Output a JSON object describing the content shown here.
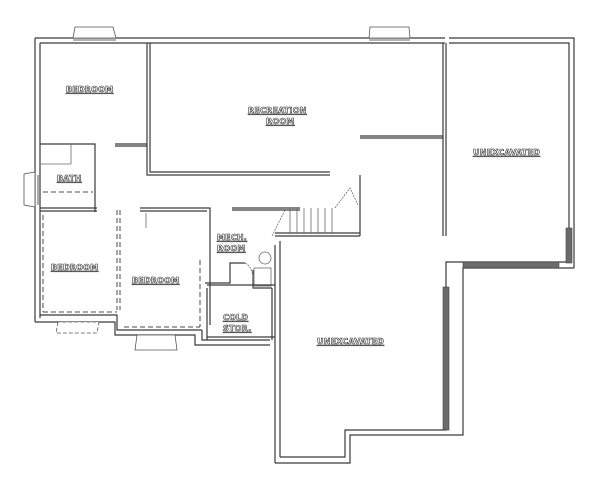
{
  "floor_plan": {
    "type": "basement floor plan",
    "rooms": [
      {
        "id": "bedroom-1",
        "label": "BEDROOM"
      },
      {
        "id": "recreation-room",
        "label_line1": "RECREATION",
        "label_line2": "ROOM"
      },
      {
        "id": "unexcavated-1",
        "label": "UNEXCAVATED"
      },
      {
        "id": "bath",
        "label": "BATH"
      },
      {
        "id": "bedroom-2",
        "label": "BEDROOM"
      },
      {
        "id": "bedroom-3",
        "label": "BEDROOM"
      },
      {
        "id": "mech-room",
        "label_line1": "MECH.",
        "label_line2": "ROOM"
      },
      {
        "id": "cold-storage",
        "label_line1": "COLD",
        "label_line2": "STOR."
      },
      {
        "id": "unexcavated-2",
        "label": "UNEXCAVATED"
      }
    ],
    "colors": {
      "background": "#ffffff",
      "wall": "#3a3a3a",
      "hatch": "#6b6b6b"
    }
  }
}
